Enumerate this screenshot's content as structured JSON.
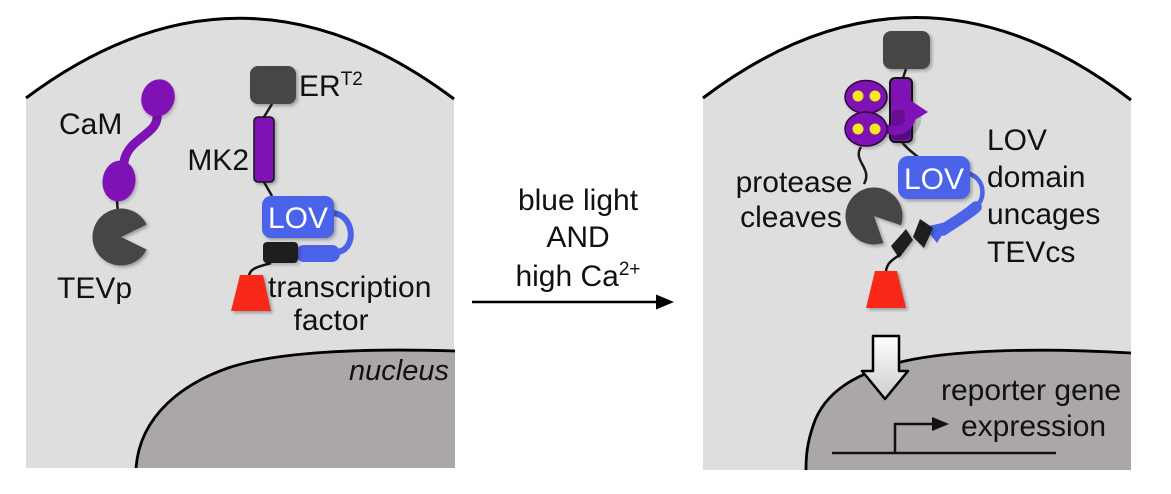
{
  "colors": {
    "purple": "#7E12B4",
    "blue": "#4A63E8",
    "red": "#FA2819",
    "dark_gray": "#474545",
    "fragment_black": "#1E1E1E",
    "cell_fill": "#DFDEDE",
    "nucleus_fill": "#ACA7A7",
    "calcium_yellow": "#F4E71F"
  },
  "left": {
    "cam_label": "CaM",
    "tevp_label": "TEVp",
    "er_label": "ER",
    "er_superscript": "T2",
    "mk2_label": "MK2",
    "lov_label": "LOV",
    "tf_label_line1": "transcription",
    "tf_label_line2": "factor",
    "nucleus_label": "nucleus"
  },
  "middle": {
    "line1": "blue light",
    "line2": "AND",
    "line3": "high Ca",
    "line3_superscript": "2+"
  },
  "right": {
    "protease_line1": "protease",
    "protease_line2": "cleaves",
    "lov_box_label": "LOV",
    "note_line1": "LOV",
    "note_line2": "domain",
    "note_line3": "uncages",
    "note_line4": "TEVcs",
    "reporter_line1": "reporter gene",
    "reporter_line2": "expression"
  }
}
